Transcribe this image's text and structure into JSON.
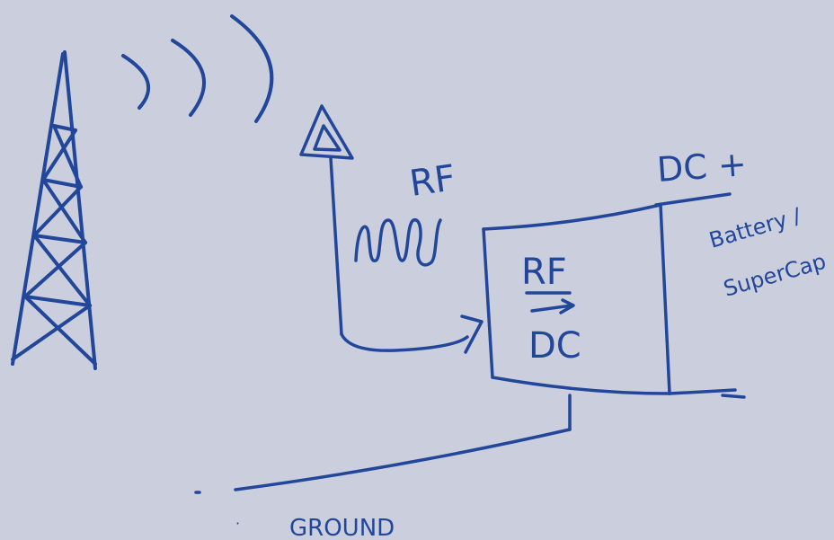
{
  "diagram": {
    "ink_color": "#22479a",
    "background_color": "#cbcfdd",
    "labels": {
      "rf_wave": "RF",
      "converter_top": "RF",
      "converter_bottom": "DC",
      "dc_plus": "DC +",
      "battery": "Battery /",
      "supercap": "SuperCap",
      "minus": "–",
      "ground": "GROUND"
    },
    "icons": [
      "tower-icon",
      "radio-waves-icon",
      "antenna-icon",
      "arrow-icon"
    ]
  }
}
